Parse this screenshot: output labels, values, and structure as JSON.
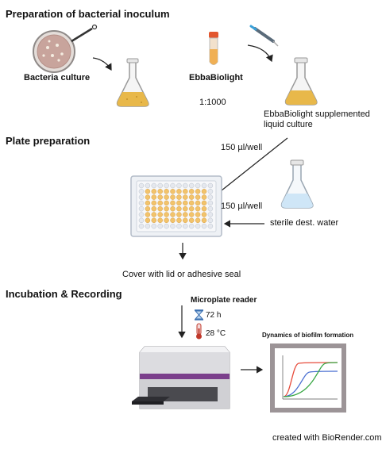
{
  "sections": {
    "preparation": "Preparation of bacterial inoculum",
    "plate": "Plate preparation",
    "incubation": "Incubation & Recording"
  },
  "labels": {
    "bacteria_culture": "Bacteria culture",
    "ebbabiolight": "EbbaBiolight",
    "ratio": "1:1000",
    "supplemented_line1": "EbbaBiolight supplemented",
    "supplemented_line2": "liquid culture",
    "volume_top": "150 µl/well",
    "volume_bottom": "150 µl/well",
    "sterile_water": "sterile dest. water",
    "cover": "Cover  with lid or adhesive seal",
    "microplate_reader": "Microplate reader",
    "time": "72 h",
    "temperature": "28 °C",
    "dynamics": "Dynamics of biofilm formation",
    "credit": "created with BioRender.com"
  },
  "colors": {
    "culture": "#e8b84a",
    "water": "#cfe6f7",
    "well_yellow": "#f2c36b",
    "well_grey": "#e5e8ee",
    "reader_band": "#7b3f8c",
    "curve_red": "#e74c3c",
    "curve_green": "#3aa845",
    "curve_blue": "#4a6fd1"
  }
}
